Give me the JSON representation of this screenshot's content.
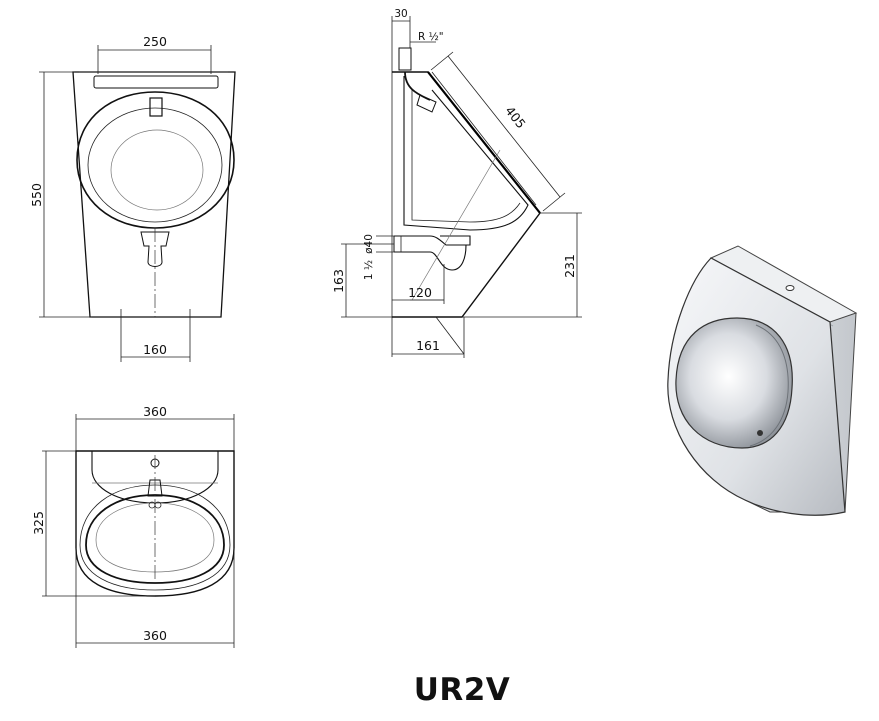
{
  "title": "UR2V",
  "dimensions": {
    "front_top_width": "250",
    "front_height": "550",
    "front_bottom_spacing": "160",
    "side_pipe_offset": "30",
    "side_thread": "R ½\"",
    "side_slant_length": "405",
    "side_outlet_height": "231",
    "side_floor_height": "163",
    "side_outlet_diameter": "ø40",
    "side_outlet_thread": "1 ½",
    "side_outlet_depth": "120",
    "side_bottom_depth": "161",
    "top_width_upper": "360",
    "top_depth": "325",
    "top_width_lower": "360"
  },
  "colors": {
    "line": "#111111",
    "steel_light": "#f4f5f7",
    "steel_mid": "#c9ccd1",
    "steel_dark": "#7d8187"
  }
}
